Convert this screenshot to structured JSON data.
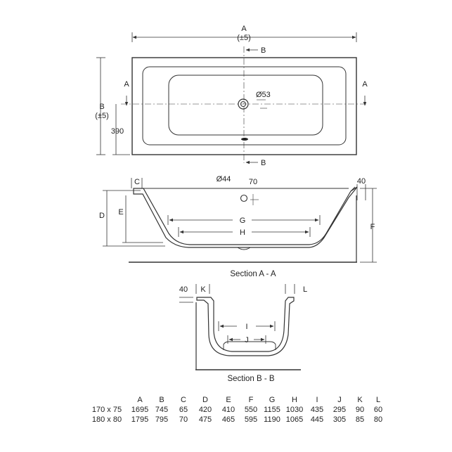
{
  "plan": {
    "dim_a": "A",
    "dim_a_tol": "(±5)",
    "dim_b": "B",
    "dim_b_tol": "(±5)",
    "dim_390": "390",
    "waste_dia": "Ø53",
    "section_a_left": "A",
    "section_a_right": "A",
    "section_b_top": "B",
    "section_b_bottom": "B"
  },
  "section_aa": {
    "title": "Section A - A",
    "overflow_dia": "Ø44",
    "dim_70": "70",
    "dim_40": "40",
    "c": "C",
    "d": "D",
    "e": "E",
    "f": "F",
    "g": "G",
    "h": "H"
  },
  "section_bb": {
    "title": "Section B - B",
    "dim_40": "40",
    "k": "K",
    "l": "L",
    "i": "I",
    "j": "J"
  },
  "table": {
    "columns": [
      "",
      "A",
      "B",
      "C",
      "D",
      "E",
      "F",
      "G",
      "H",
      "I",
      "J",
      "K",
      "L"
    ],
    "rows": [
      [
        "170 x 75",
        "1695",
        "745",
        "65",
        "420",
        "410",
        "550",
        "1155",
        "1030",
        "435",
        "295",
        "90",
        "60"
      ],
      [
        "180 x 80",
        "1795",
        "795",
        "70",
        "475",
        "465",
        "595",
        "1190",
        "1065",
        "445",
        "305",
        "85",
        "80"
      ]
    ]
  }
}
